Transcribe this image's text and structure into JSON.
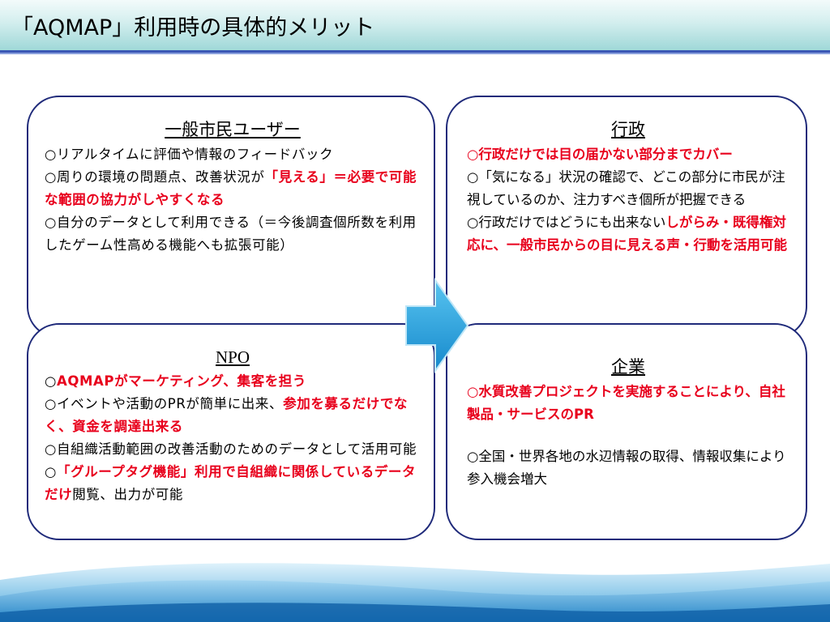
{
  "title": "「AQMAP」利用時の具体的メリット",
  "colors": {
    "frame": "#1f2a7a",
    "emphasis": "#e8001c",
    "arrow": "#1e9bd7",
    "title_rule": "#3a57b5"
  },
  "public_user": {
    "heading": "一般市民ユーザー",
    "item1": "○リアルタイムに評価や情報のフィードバック",
    "item2_a": "○周りの環境の問題点、改善状況が",
    "item2_b": "「見える」＝必要で可能な範囲の協力がしやすくなる",
    "item3": "○自分のデータとして利用できる（＝今後調査個所数を利用したゲーム性高める機能へも拡張可能）"
  },
  "government": {
    "heading": "行政",
    "item1": "○行政だけでは目の届かない部分までカバー",
    "item2": "○「気になる」状況の確認で、どこの部分に市民が注視しているのか、注力すべき個所が把握できる",
    "item3_a": "○行政だけではどうにも出来ない",
    "item3_b": "しがらみ・既得権対応に、一般市民からの目に見える声・行動を活用可能"
  },
  "npo": {
    "heading": "NPO",
    "item1_a": "○",
    "item1_b": "AQMAPがマーケティング、集客を担う",
    "item2_a": "○イベントや活動のPRが簡単に出来、",
    "item2_b": "参加を募るだけでなく、資金を調達出来る",
    "item3": "○自組織活動範囲の改善活動のためのデータとして活用可能",
    "item4_a": "○",
    "item4_b": "「グループタグ機能」利用で自組織に関係しているデータだけ",
    "item4_c": "閲覧、出力が可能"
  },
  "enterprise": {
    "heading": "企業",
    "item1": "○水質改善プロジェクトを実施することにより、自社製品・サービスのPR",
    "item2": "○全国・世界各地の水辺情報の取得、情報収集により参入機会増大"
  },
  "icons": {
    "arrow": "right-arrow-icon"
  }
}
